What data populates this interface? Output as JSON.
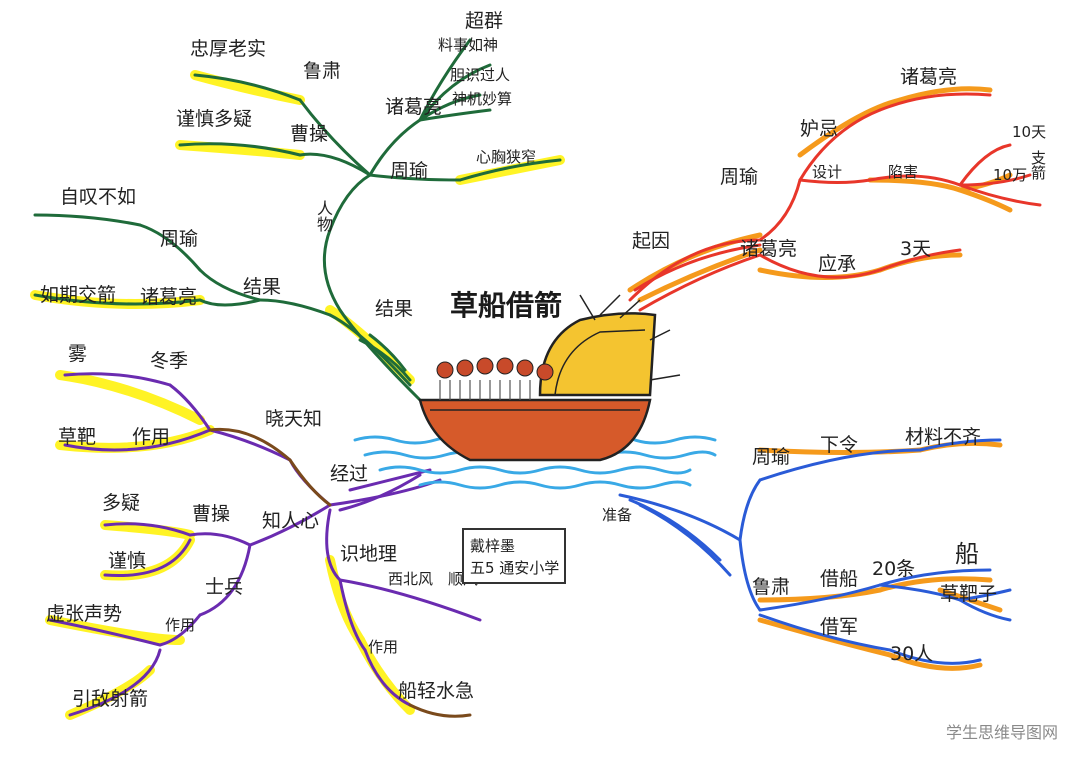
{
  "title": "草船借箭",
  "author": {
    "name": "戴梓墨",
    "class": "五5 通安小学"
  },
  "watermark": "学生思维导图网",
  "colors": {
    "green": "#1f6b3a",
    "red": "#e8362a",
    "orange": "#f59a1c",
    "blue": "#2a5bd7",
    "purple": "#6a2bb0",
    "brown": "#7a4a1c",
    "highlight": "#fff200",
    "water": "#39a9e6",
    "boat": "#d65a2a"
  },
  "branches": {
    "green": {
      "label": "人物",
      "nodes": {
        "lushu": "鲁肃",
        "lushu_trait": "忠厚老实",
        "caocao": "曹操",
        "caocao_trait": "谨慎多疑",
        "zhuge": "诸葛亮",
        "zhuge_t1": "超群",
        "zhuge_t2": "料事如神",
        "zhuge_t3": "胆识过人",
        "zhuge_t4": "神机妙算",
        "zhouyu": "周瑜",
        "zhouyu_trait": "心胸狭窄"
      }
    },
    "green_result": {
      "label": "结果",
      "nodes": {
        "result": "结果",
        "zhouyu": "周瑜",
        "zhouyu_r": "自叹不如",
        "zhuge": "诸葛亮",
        "zhuge_r": "如期交箭"
      }
    },
    "red": {
      "label": "起因",
      "nodes": {
        "zhouyu": "周瑜",
        "jidu": "妒忌",
        "zhuge": "诸葛亮",
        "sheji": "设计",
        "xianhai": "陷害",
        "shitian": "10天",
        "shiwan": "10万",
        "zhijian": "支箭",
        "zhuge2": "诸葛亮",
        "yingcheng": "应承",
        "santian": "3天"
      }
    },
    "blue": {
      "label": "准备",
      "nodes": {
        "zhouyu": "周瑜",
        "xialing": "下令",
        "cailiao": "材料不齐",
        "lushu": "鲁肃",
        "jiechuan": "借船",
        "ershi": "20条",
        "chuan": "船",
        "caobazi": "草靶子",
        "jiejun": "借军",
        "sanshi": "30人"
      }
    },
    "purple": {
      "label": "经过",
      "nodes": {
        "xiaobuzhi": "晓天知",
        "wu": "雾",
        "dongji": "冬季",
        "pingzao": "草靶",
        "zuoyong": "作用",
        "zhiren": "知人心",
        "duoyi": "多疑",
        "caocao": "曹操",
        "jinshen": "谨慎",
        "shibing": "士兵",
        "xuzhang": "虚张声势",
        "zuoyong2": "作用",
        "yindi": "引敌射箭",
        "shidili": "识地理",
        "xibeifeng": "西北风",
        "shunfeng": "顺风",
        "zuoyong3": "作用",
        "chuanqing": "船轻水急"
      }
    }
  }
}
